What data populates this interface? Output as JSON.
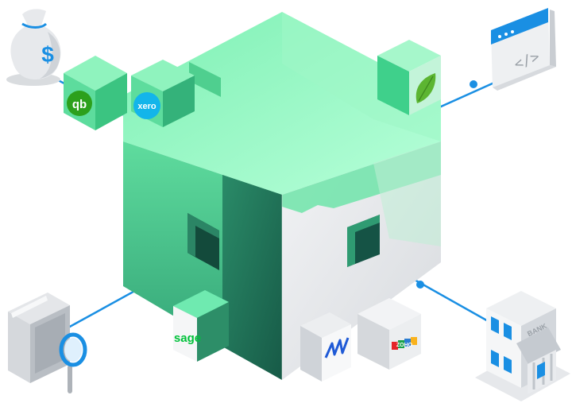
{
  "colors": {
    "connector": "#1a8fe3",
    "green_light": "#7be8b0",
    "green_mid": "#3cc486",
    "green_dark": "#1d6e57",
    "grey_light": "#e9ebee",
    "grey_mid": "#cfd3d8",
    "quickbooks": "#2ca01c",
    "xero": "#13b5ea",
    "sage": "#00d639",
    "bank_window": "#1a8fe3"
  },
  "nodes": {
    "money_bag": {
      "icon": "money-bag-icon",
      "symbol": "$"
    },
    "code_window": {
      "icon": "code-window-icon",
      "symbol": "</>"
    },
    "book_search": {
      "icon": "book-magnifier-icon"
    },
    "bank": {
      "icon": "bank-building-icon",
      "label": "BANK"
    }
  },
  "integrations": {
    "quickbooks": {
      "icon": "quickbooks-logo-icon",
      "text": "qb"
    },
    "xero": {
      "icon": "xero-logo-icon",
      "text": "xero"
    },
    "freeagent": {
      "icon": "leaf-logo-icon"
    },
    "sage": {
      "icon": "sage-logo-icon",
      "text": "sage"
    },
    "wave": {
      "icon": "wave-logo-icon"
    },
    "zoho": {
      "icon": "zoho-logo-icon",
      "text": "ZOHO"
    }
  }
}
